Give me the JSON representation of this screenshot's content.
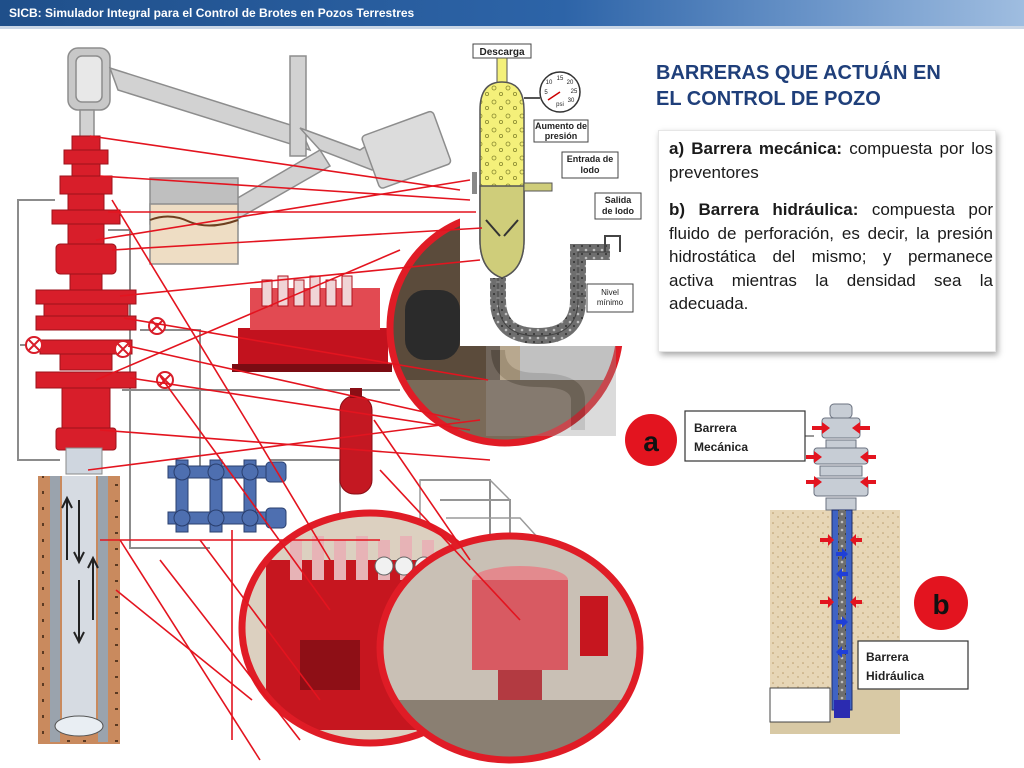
{
  "window": {
    "title": "SICB: Simulador Integral para el Control de Brotes en Pozos Terrestres"
  },
  "heading": {
    "line1": "BARRERAS QUE ACTUÁN EN",
    "line2": "EL CONTROL DE POZO"
  },
  "barriers": [
    {
      "label": "a) Barrera mecánica:",
      "text": " compuesta por los preventores"
    },
    {
      "label": "b) Barrera hidráulica:",
      "text": " compuesta por fluido de perforación, es decir, la presión hidrostática del mismo; y permanece activa mientras la densidad sea la adecuada."
    }
  ],
  "separator_diagram": {
    "discharge": "Descarga",
    "pressure_increase": "Aumento de presión",
    "mud_inlet": "Entrada de lodo",
    "mud_outlet": "Salida de lodo",
    "min_level": "Nivel mínimo",
    "gauge_unit": "psi",
    "gauge_ticks": [
      "10",
      "15",
      "20",
      "25",
      "30",
      "5"
    ]
  },
  "markers": {
    "a": "a",
    "b": "b"
  },
  "callouts": {
    "mechanical": [
      "Barrera",
      "Mecánica"
    ],
    "hydraulic": [
      "Barrera",
      "Hidráulica"
    ]
  },
  "colors": {
    "bop_red": "#d81e2a",
    "heading_blue": "#1f3f7a",
    "title_bar": "#2d64a8",
    "arrow_blue": "#1f3fd8"
  }
}
